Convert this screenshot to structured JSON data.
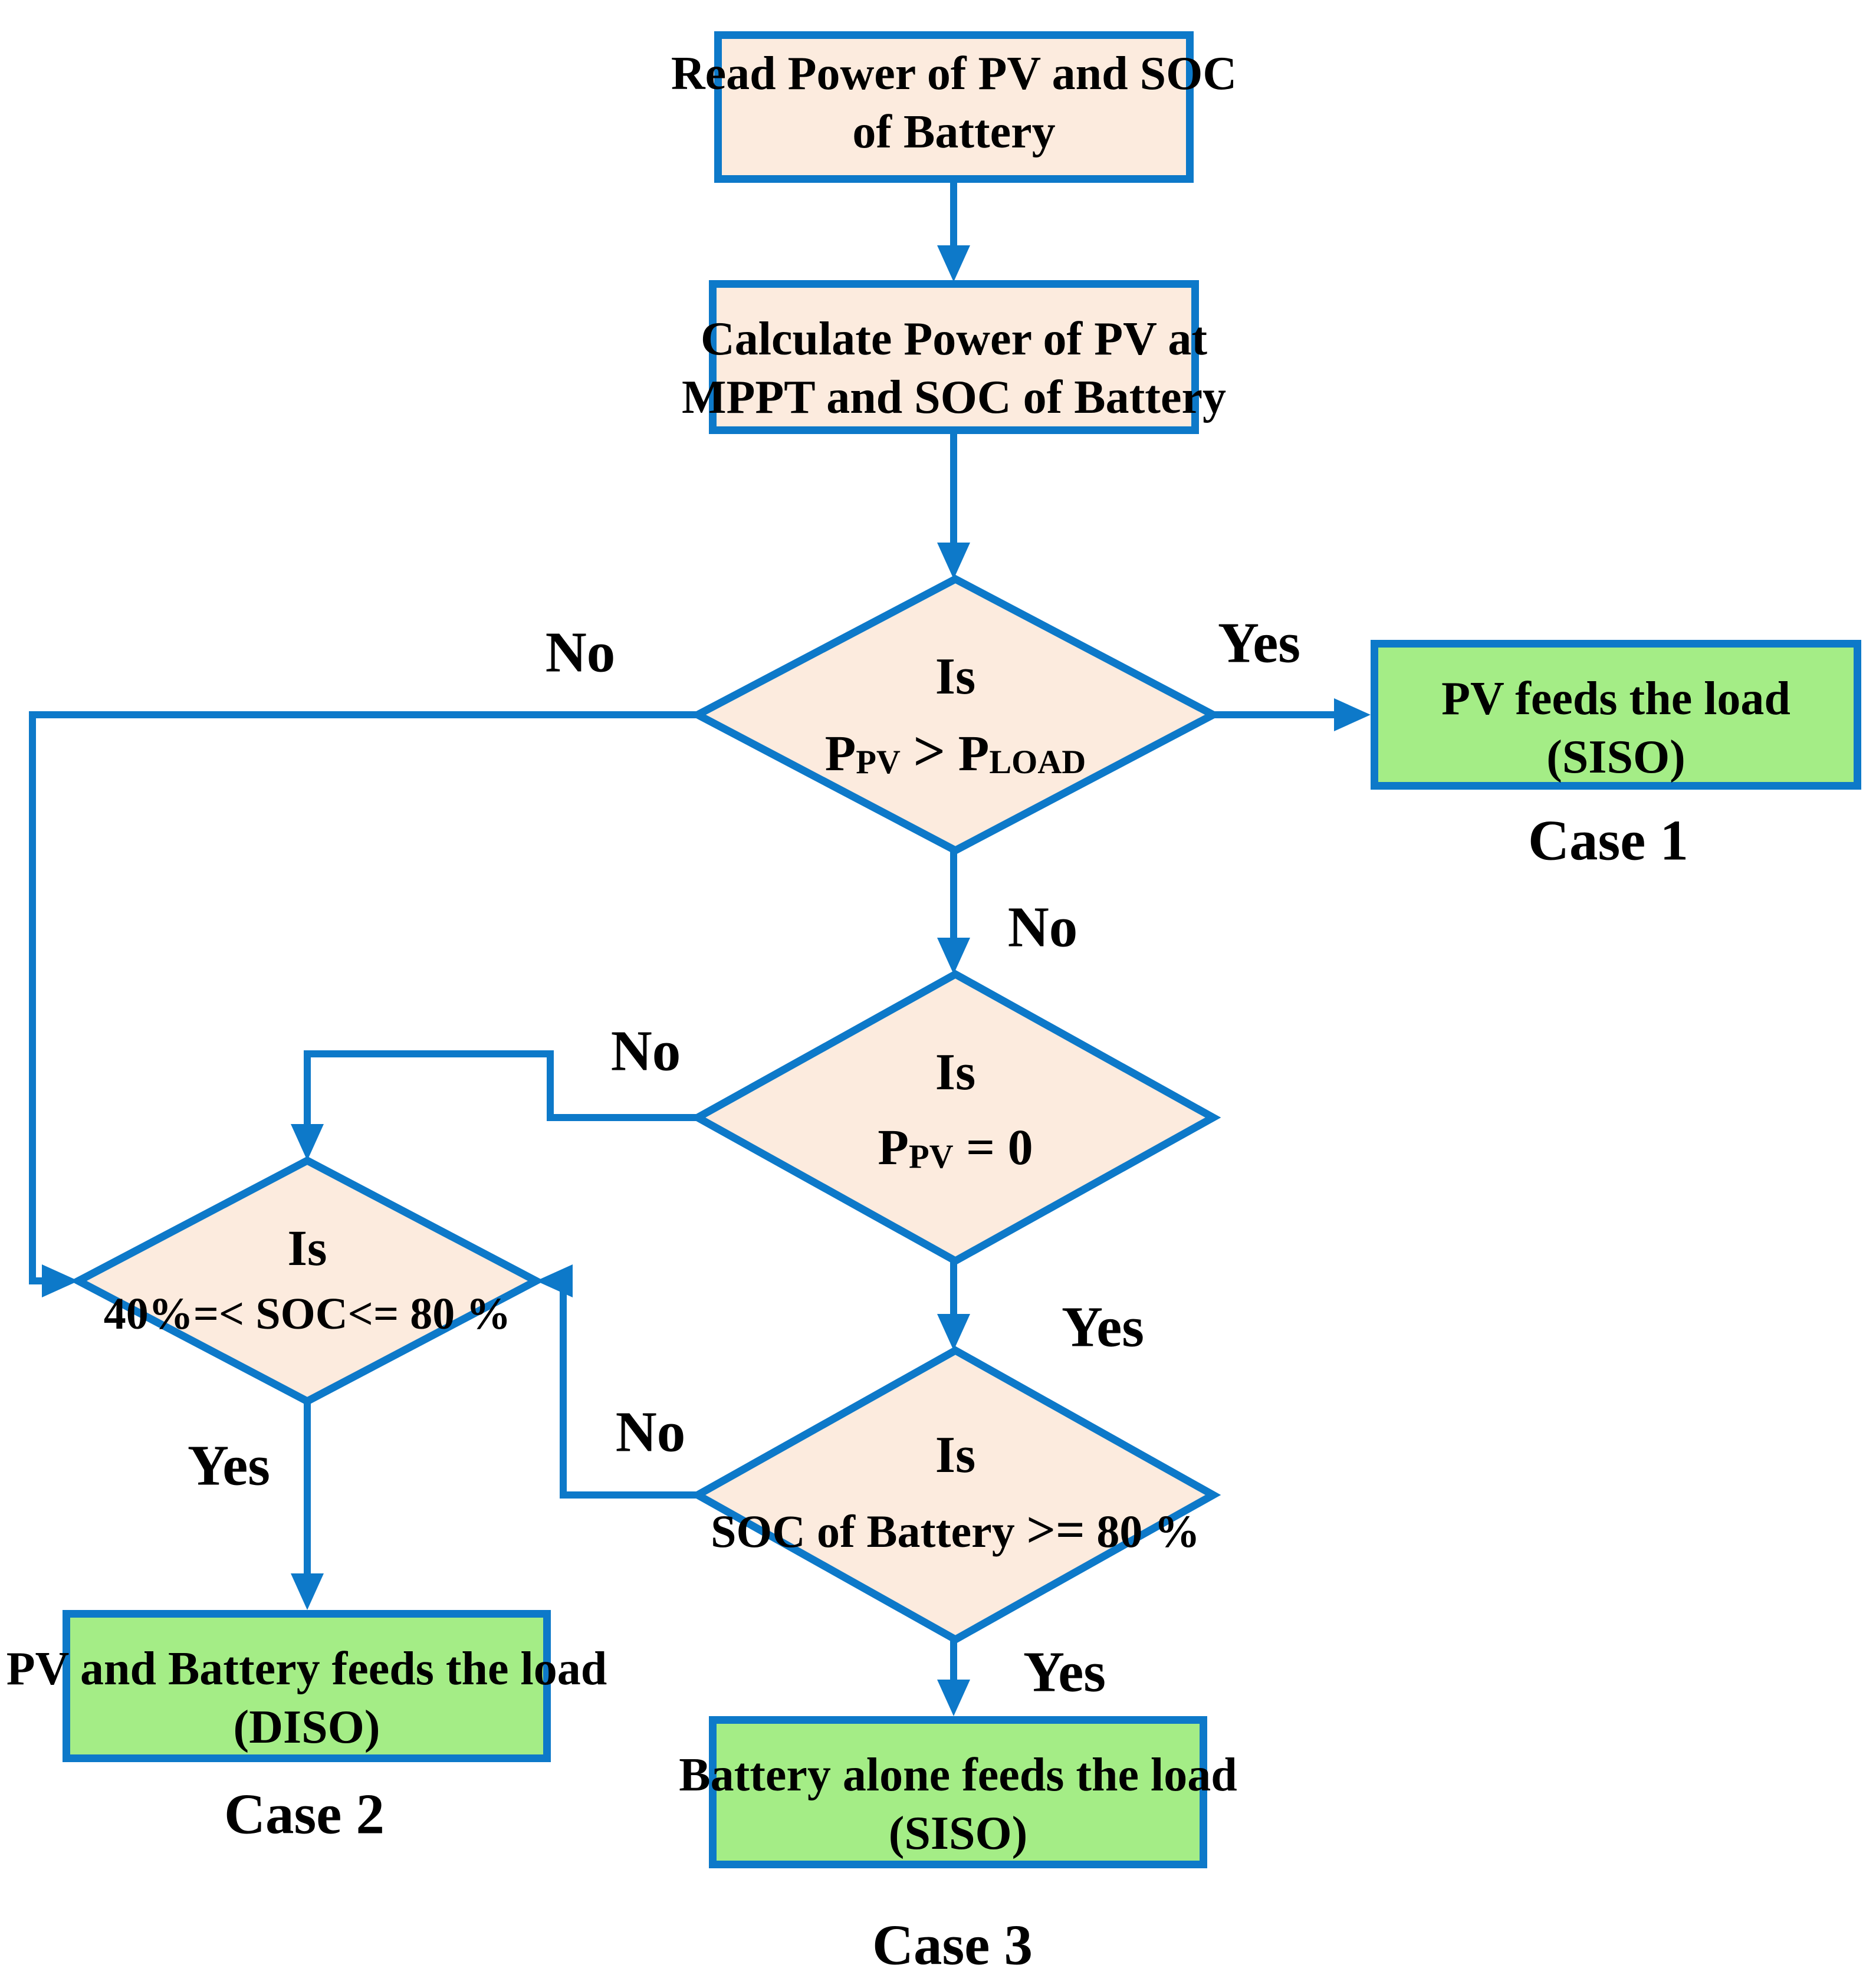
{
  "colors": {
    "line": "#0d79c9",
    "peach": "#fcebde",
    "green": "#a4ed86",
    "ink": "#000000"
  },
  "nodes": {
    "read": {
      "line1": "Read Power of PV and SOC",
      "line2": "of Battery"
    },
    "calc": {
      "line1": "Calculate Power of PV at",
      "line2": "MPPT and SOC of Battery"
    },
    "d1": {
      "intro": "Is",
      "lhs_base": "P",
      "lhs_sub": "PV",
      "op": ">",
      "rhs_base": "P",
      "rhs_sub": "LOAD"
    },
    "d2": {
      "intro": "Is",
      "lhs_base": "P",
      "lhs_sub": "PV",
      "tail": "= 0"
    },
    "d3": {
      "intro": "Is",
      "lead": "SOC of Battery",
      "op": ">=",
      "tail": "80 %"
    },
    "d4": {
      "intro": "Is",
      "condition": "40%=< SOC<= 80 %"
    },
    "case1": {
      "line1": "PV feeds the load",
      "line2": "(SISO)",
      "caption": "Case 1"
    },
    "case2": {
      "line1": "PV and Battery feeds the load",
      "line2": "(DISO)",
      "caption": "Case 2"
    },
    "case3": {
      "line1": "Battery alone feeds the load",
      "line2": "(SISO)",
      "caption": "Case 3"
    }
  },
  "edge_labels": {
    "d1_yes": "Yes",
    "d1_no_left": "No",
    "d1_no_down": "No",
    "d2_no": "No",
    "d2_yes": "Yes",
    "d3_no": "No",
    "d3_yes": "Yes",
    "d4_yes": "Yes"
  }
}
